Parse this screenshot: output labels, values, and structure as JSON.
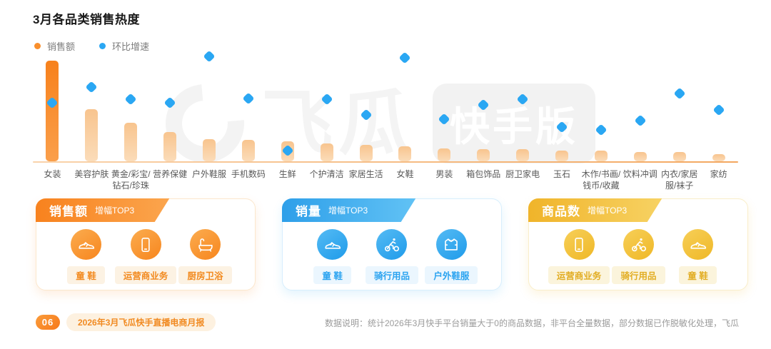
{
  "page": {
    "title": "3月各品类销售热度"
  },
  "legend": {
    "sales_label": "销售额",
    "growth_label": "环比增速",
    "sales_color": "#F98F2C",
    "growth_color": "#2AA7F3"
  },
  "chart_data": {
    "type": "bar",
    "title": "3月各品类销售热度",
    "note": "无数值轴标注，数值为按像素估算的相对指数(0-100)",
    "categories": [
      "女装",
      "美容护肤",
      "黄金/彩宝/\n钻石/珍珠",
      "营养保健",
      "户外鞋服",
      "手机数码",
      "生鲜",
      "个护清洁",
      "家居生活",
      "女鞋",
      "男装",
      "箱包饰品",
      "厨卫家电",
      "玉石",
      "木作/书画/\n钱币/收藏",
      "饮料冲调",
      "内衣/家居\n服/袜子",
      "家纺"
    ],
    "series": [
      {
        "name": "销售额",
        "type": "bar",
        "color": "#F98F2C",
        "values": [
          100,
          52,
          38,
          29,
          22,
          21,
          20,
          18,
          16,
          15,
          13,
          12,
          12,
          11,
          11,
          9,
          9,
          7
        ]
      },
      {
        "name": "环比增速",
        "type": "scatter",
        "color": "#2AA7F3",
        "values": [
          56,
          71,
          59,
          56,
          100,
          60,
          10,
          59,
          44,
          99,
          40,
          54,
          59,
          33,
          30,
          39,
          65,
          49
        ]
      }
    ],
    "ylim": [
      0,
      100
    ],
    "grid": false,
    "legend_position": "top-left"
  },
  "watermark": {
    "logo_text": "飞瓜",
    "badge_text": "快手版"
  },
  "cards": [
    {
      "title": "销售额",
      "subtitle": "增幅TOP3",
      "accent": "#F8871F",
      "items": [
        {
          "icon": "shoe-icon",
          "label": "童 鞋"
        },
        {
          "icon": "smartphone-icon",
          "label": "运营商业务"
        },
        {
          "icon": "bathtub-icon",
          "label": "厨房卫浴"
        }
      ]
    },
    {
      "title": "销量",
      "subtitle": "增幅TOP3",
      "accent": "#2AA3F0",
      "items": [
        {
          "icon": "shoe-icon",
          "label": "童 鞋"
        },
        {
          "icon": "cyclist-icon",
          "label": "骑行用品"
        },
        {
          "icon": "jacket-icon",
          "label": "户外鞋服"
        }
      ]
    },
    {
      "title": "商品数",
      "subtitle": "增幅TOP3",
      "accent": "#EFBA2C",
      "items": [
        {
          "icon": "smartphone-icon",
          "label": "运营商业务"
        },
        {
          "icon": "cyclist-icon",
          "label": "骑行用品"
        },
        {
          "icon": "shoe-icon",
          "label": "童 鞋"
        }
      ]
    }
  ],
  "footer": {
    "page_number": "06",
    "report_label": "2026年3月飞瓜快手直播电商月报",
    "data_note": "数据说明：统计2026年3月快手平台销量大于0的商品数据，非平台全量数据，部分数据已作脱敏化处理，飞瓜"
  }
}
